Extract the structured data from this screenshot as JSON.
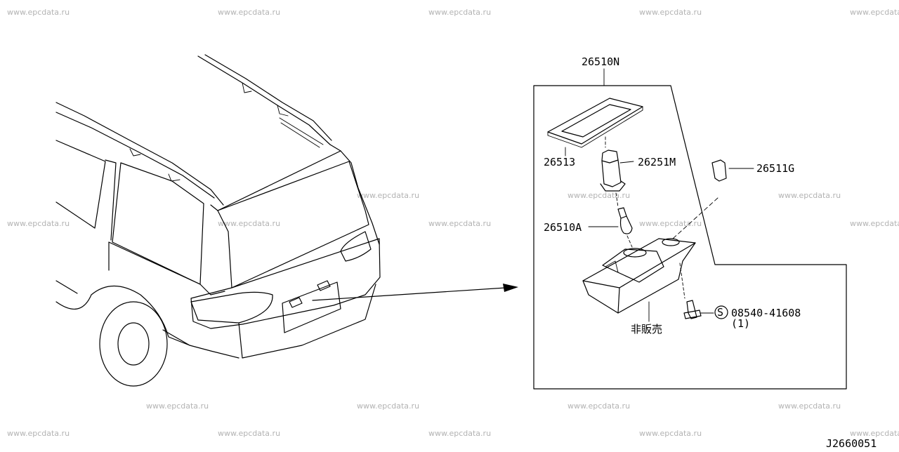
{
  "watermark": "www.epcdata.ru",
  "parts": {
    "assembly": "26510N",
    "lens": "26513",
    "socket": "26251M",
    "bulb": "26510A",
    "plug": "26511G",
    "screw_symbol": "S",
    "screw": "08540-41608",
    "screw_qty": "(1)",
    "housing_note": "非販売"
  },
  "diagram_id": "J2660051"
}
